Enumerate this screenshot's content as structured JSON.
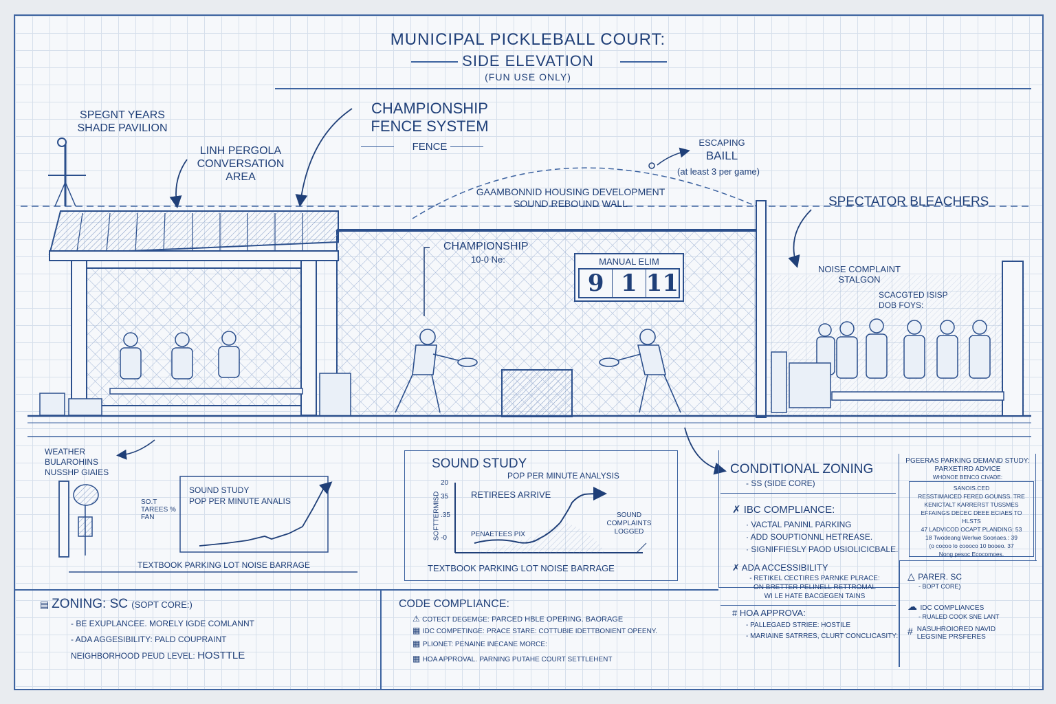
{
  "header": {
    "title": "MUNICIPAL PICKLEBALL COURT:",
    "subtitle": "SIDE ELEVATION",
    "note": "(FUN USE ONLY)"
  },
  "callouts": {
    "pavilion": {
      "line1": "SPEGNT YEARS",
      "line2": "SHADE PAVILION"
    },
    "pergola": {
      "line1": "LINH PERGOLA",
      "line2": "CONVERSATION",
      "line3": "AREA"
    },
    "fence": {
      "line1": "CHAMPIONSHIP",
      "line2": "FENCE SYSTEM",
      "line3": "FENCE"
    },
    "escaping_ball": {
      "line1": "ESCAPING",
      "line2": "BAILL",
      "note": "(at least 3 per game)"
    },
    "housing": {
      "line1": "GAAMBONNID HOUSING DEVELOPMENT",
      "line2": "SOUND REBOUND WALL"
    },
    "championship": {
      "line1": "CHAMPIONSHIP",
      "line2": "10-0 Ne:"
    },
    "bleachers": "SPECTATOR BLEACHERS",
    "noise_station": {
      "line1": "NOISE COMPLAINT",
      "line2": "STALGON"
    },
    "sign": {
      "line1": "SCACGTED ISISP",
      "line2": "DOB FOYS:"
    },
    "weather": {
      "line1": "WEATHER",
      "line2": "BULAROHINS",
      "line3": "NUSSHP GIAIES"
    }
  },
  "scoreboard": {
    "label": "MANUAL ELIM",
    "scores": [
      "9",
      "1",
      "11"
    ]
  },
  "sound_study_small": {
    "title": "SOUND STUDY",
    "subtitle": "POP PER MINUTE ANALIS",
    "y_label": "SO.T TAREES % FAN",
    "caption": "TEXTBOOK PARKING LOT NOISE BARRAGE"
  },
  "sound_study": {
    "title": "SOUND STUDY",
    "subtitle": "POP PER MINUTE ANALYSIS",
    "y_axis_label": "SOFTTERMISD",
    "y_ticks": [
      "20",
      "35",
      ".35",
      "-0"
    ],
    "annotation_top": "RETIREES ARRIVE",
    "annotation_low": "PENAETEES PIX",
    "annotation_right": {
      "line1": "SOUND",
      "line2": "COMPLAINTS",
      "line3": "LOGGED"
    },
    "caption": "TEXTBOOK PARKING LOT NOISE BARRAGE"
  },
  "conditional_zoning": {
    "title": "CONDITIONAL ZONING",
    "sub": "- SS (SIDE CORE)",
    "ibc_title": "IBC COMPLIANCE:",
    "ibc_items": [
      "VACTAL PANINL PARKING",
      "ADD SOUPTIONNL HETREASE.",
      "SIGNIFFIESLY PAOD USIOLICICBALE."
    ],
    "ada_title": "ADA ACCESSIBILITY",
    "ada_items": [
      "- RETIKEL CECTIRES PARNKE PLRACE:",
      "ON BRETTER PELINELL RETTROMAL",
      "WI LE HATE BACGEGEN TAINS"
    ],
    "hoa_title": "HOA APPROVA:",
    "hoa_items": [
      "- PALLEGAED STRIEE: HOSTILE",
      "- MARIAINE SATRRES, CLURT CONCLICASITY:"
    ]
  },
  "parking_study": {
    "title": "PGEERAS PARKING DEMAND STUDY:",
    "line2": "PARXETIRD ADVICE",
    "line3": "WHONOE BENCO CIVADE:",
    "inner": [
      "SANOIS.CED",
      "RESSTIMAICED FERED GOUNSS. TRE",
      "KENICTALT KARRERST TUSSMES",
      "EFFAINGS DECEC DEEE ECIAES TO HLSTS",
      "47 LADVICOD OCAPT PLANDING: 53",
      "18 Twodeang Werlwe Soonaes.: 39",
      "(o cocoo lo coooco 10 booeo. 37",
      "Nong pesoc Ecocomoes."
    ]
  },
  "legend_right": {
    "items": [
      {
        "icon": "triangle-icon",
        "title": "PARER. SC",
        "sub": "- BOPT CORE)"
      },
      {
        "icon": "cloud-icon",
        "title": "IDC COMPLIANCES",
        "sub": "- RUALED COOK SNE LANT"
      },
      {
        "icon": "hash-icon",
        "title": "NASUHROIORED NAVID",
        "sub": "LEGSINE PRSFERES"
      }
    ]
  },
  "zoning_notes": {
    "title": "ZONING: SC",
    "title_note": "(SOPT CORE:)",
    "items": [
      "- BE EXUPLANCEE. MORELY IGDE COMLANNT",
      "- ADA AGGESIBILITY: PALD COUPRAINT"
    ],
    "feud_label": "NEIGHBORHOOD PEUD LEVEL:",
    "feud_value": "HOSTTLE"
  },
  "code_compliance": {
    "title": "CODE COMPLIANCE:",
    "items": [
      {
        "icon": "warning-icon",
        "text": "COTECT DEGEMGE:",
        "value": "PARCED HBLE OPERING. BAORAGE"
      },
      {
        "icon": "grid-icon",
        "text": "IDC COMPETINGE:",
        "value": "PRACE STARE: COTTUBIE IDETTBONIENT OPEENY."
      },
      {
        "icon": "grid-icon",
        "text": "PLIONET: PENAINE INECANE MORCE:",
        "value": ""
      },
      {
        "icon": "grid-icon",
        "text": "HOA APPROVAL.",
        "value": "PARNING PUTAHE COURT SETTLEHENT"
      }
    ]
  },
  "chart_data": {
    "type": "line",
    "title": "SOUND STUDY — POP PER MINUTE ANALYSIS",
    "xlabel": "",
    "ylabel": "SOFTTERMISD",
    "x": [
      0,
      1,
      2,
      3,
      4,
      5,
      6,
      7,
      8
    ],
    "series": [
      {
        "name": "pops per minute",
        "values": [
          5,
          8,
          6,
          4,
          11,
          14,
          22,
          34,
          36
        ]
      }
    ],
    "y_tick_labels": [
      "-0",
      ".35",
      "35",
      "20"
    ],
    "annotations": [
      "RETIREES ARRIVE",
      "PENAETEES PIX",
      "SOUND COMPLAINTS LOGGED"
    ]
  },
  "colors": {
    "ink": "#1f3f78",
    "line": "#3d63a0",
    "paper": "#f6f8fb",
    "grid": "#d6dfeb"
  }
}
